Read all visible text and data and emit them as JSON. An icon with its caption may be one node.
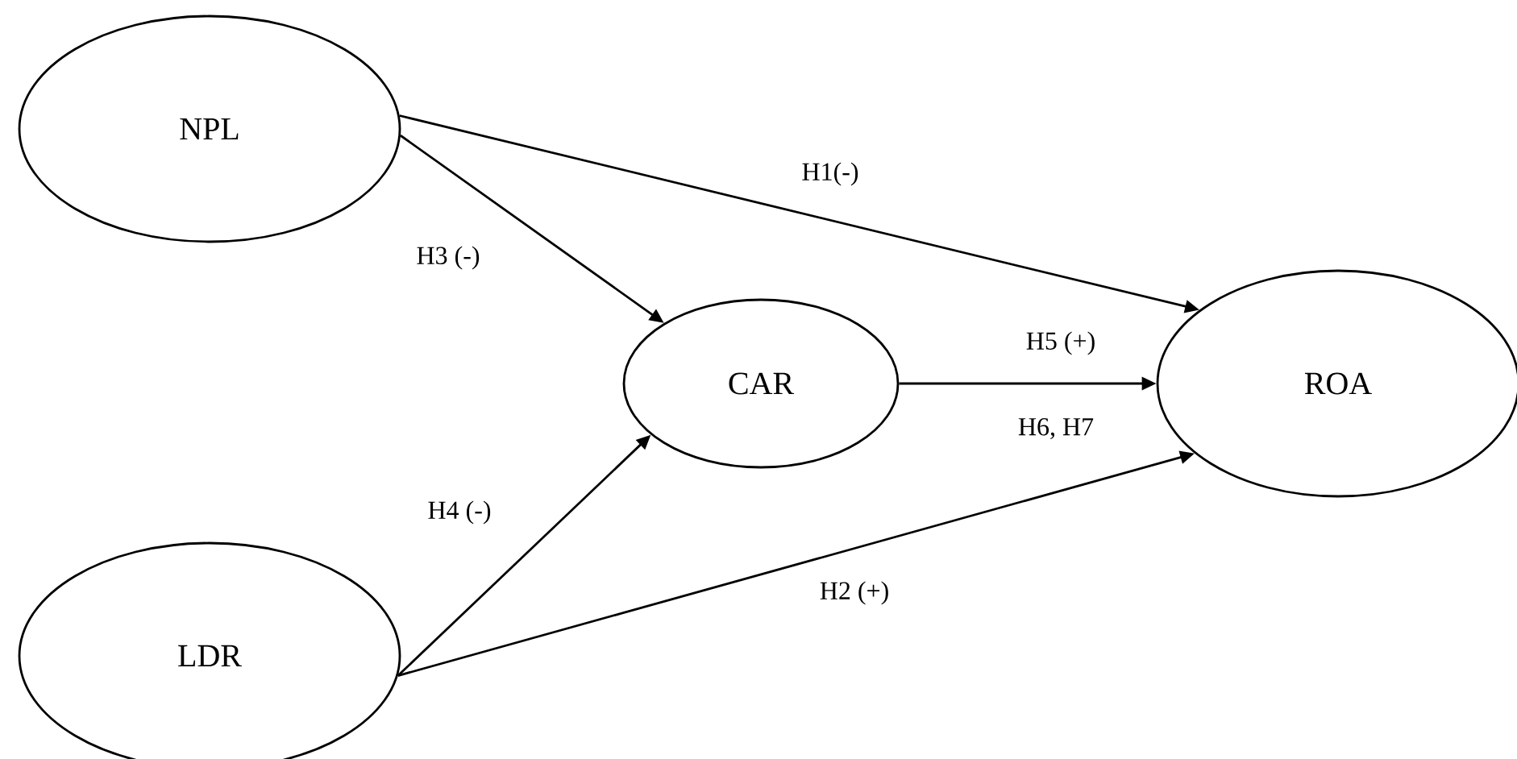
{
  "diagram": {
    "nodes": [
      {
        "text": [
          "NPL"
        ]
      },
      {
        "text": [
          "LDR"
        ]
      },
      {
        "text": [
          "CAR"
        ]
      },
      {
        "text": [
          "ROA"
        ]
      }
    ],
    "edges": [
      {
        "from": 0,
        "to": 3,
        "arrow": "to",
        "label": "H1(-)"
      },
      {
        "from": 0,
        "to": 2,
        "arrow": "to",
        "label": "H3 (-)"
      },
      {
        "from": 2,
        "to": 3,
        "arrow": "to",
        "label": "H5 (+)"
      },
      {
        "from": 1,
        "to": 2,
        "arrow": "to",
        "label": "H4 (-)"
      },
      {
        "from": 1,
        "to": 3,
        "arrow": "to",
        "label": "H2 (+)"
      }
    ],
    "labels": [
      "H6, H7"
    ]
  }
}
